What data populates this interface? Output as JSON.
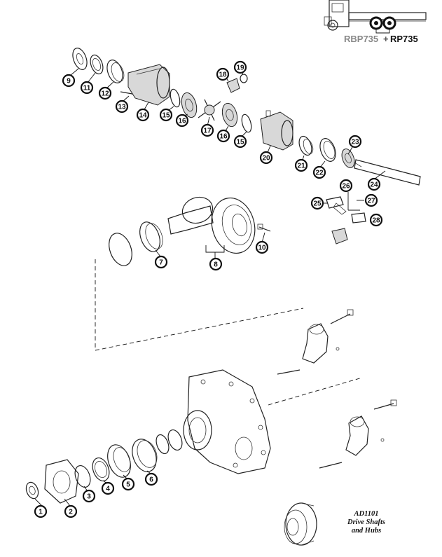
{
  "models": {
    "model_a": "RBP735",
    "plus": "+",
    "model_b": "RP735"
  },
  "reference": {
    "code": "AD1101",
    "line1": "Drive Shafts",
    "line2": "and Hubs"
  },
  "callouts": [
    "1",
    "2",
    "3",
    "4",
    "5",
    "6",
    "7",
    "8",
    "9",
    "10",
    "11",
    "12",
    "13",
    "14",
    "15",
    "15",
    "16",
    "16",
    "17",
    "18",
    "19",
    "20",
    "21",
    "22",
    "23",
    "24",
    "25",
    "26",
    "27",
    "28"
  ]
}
